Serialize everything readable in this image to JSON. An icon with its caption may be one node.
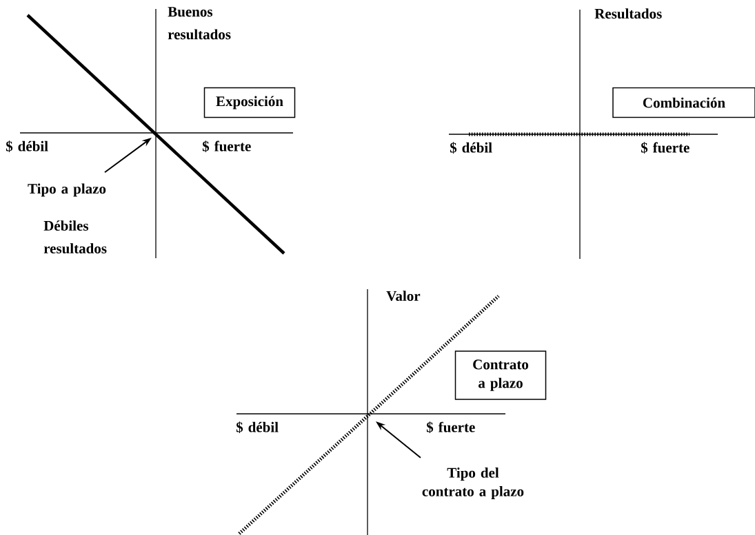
{
  "diagram": {
    "nodes": [
      {
        "text": [
          "Exposición"
        ]
      },
      {
        "text": [
          "Tipo a plazo"
        ]
      },
      {
        "text": [
          "Combinación"
        ]
      },
      {
        "text": [
          "Contrato a plazo"
        ]
      },
      {
        "text": [
          "Tipo del contrato a plazo"
        ]
      }
    ],
    "edges": [
      {
        "from": 1,
        "to": null,
        "arrow": "to"
      },
      {
        "from": 4,
        "to": null,
        "arrow": "to"
      }
    ],
    "labels": [
      "Buenos resultados",
      "Resultados",
      "$ débil",
      "$ fuerte",
      "$ débil",
      "$ fuerte",
      "Débiles resultados",
      "Valor",
      "$ débil",
      "$ fuerte"
    ]
  }
}
